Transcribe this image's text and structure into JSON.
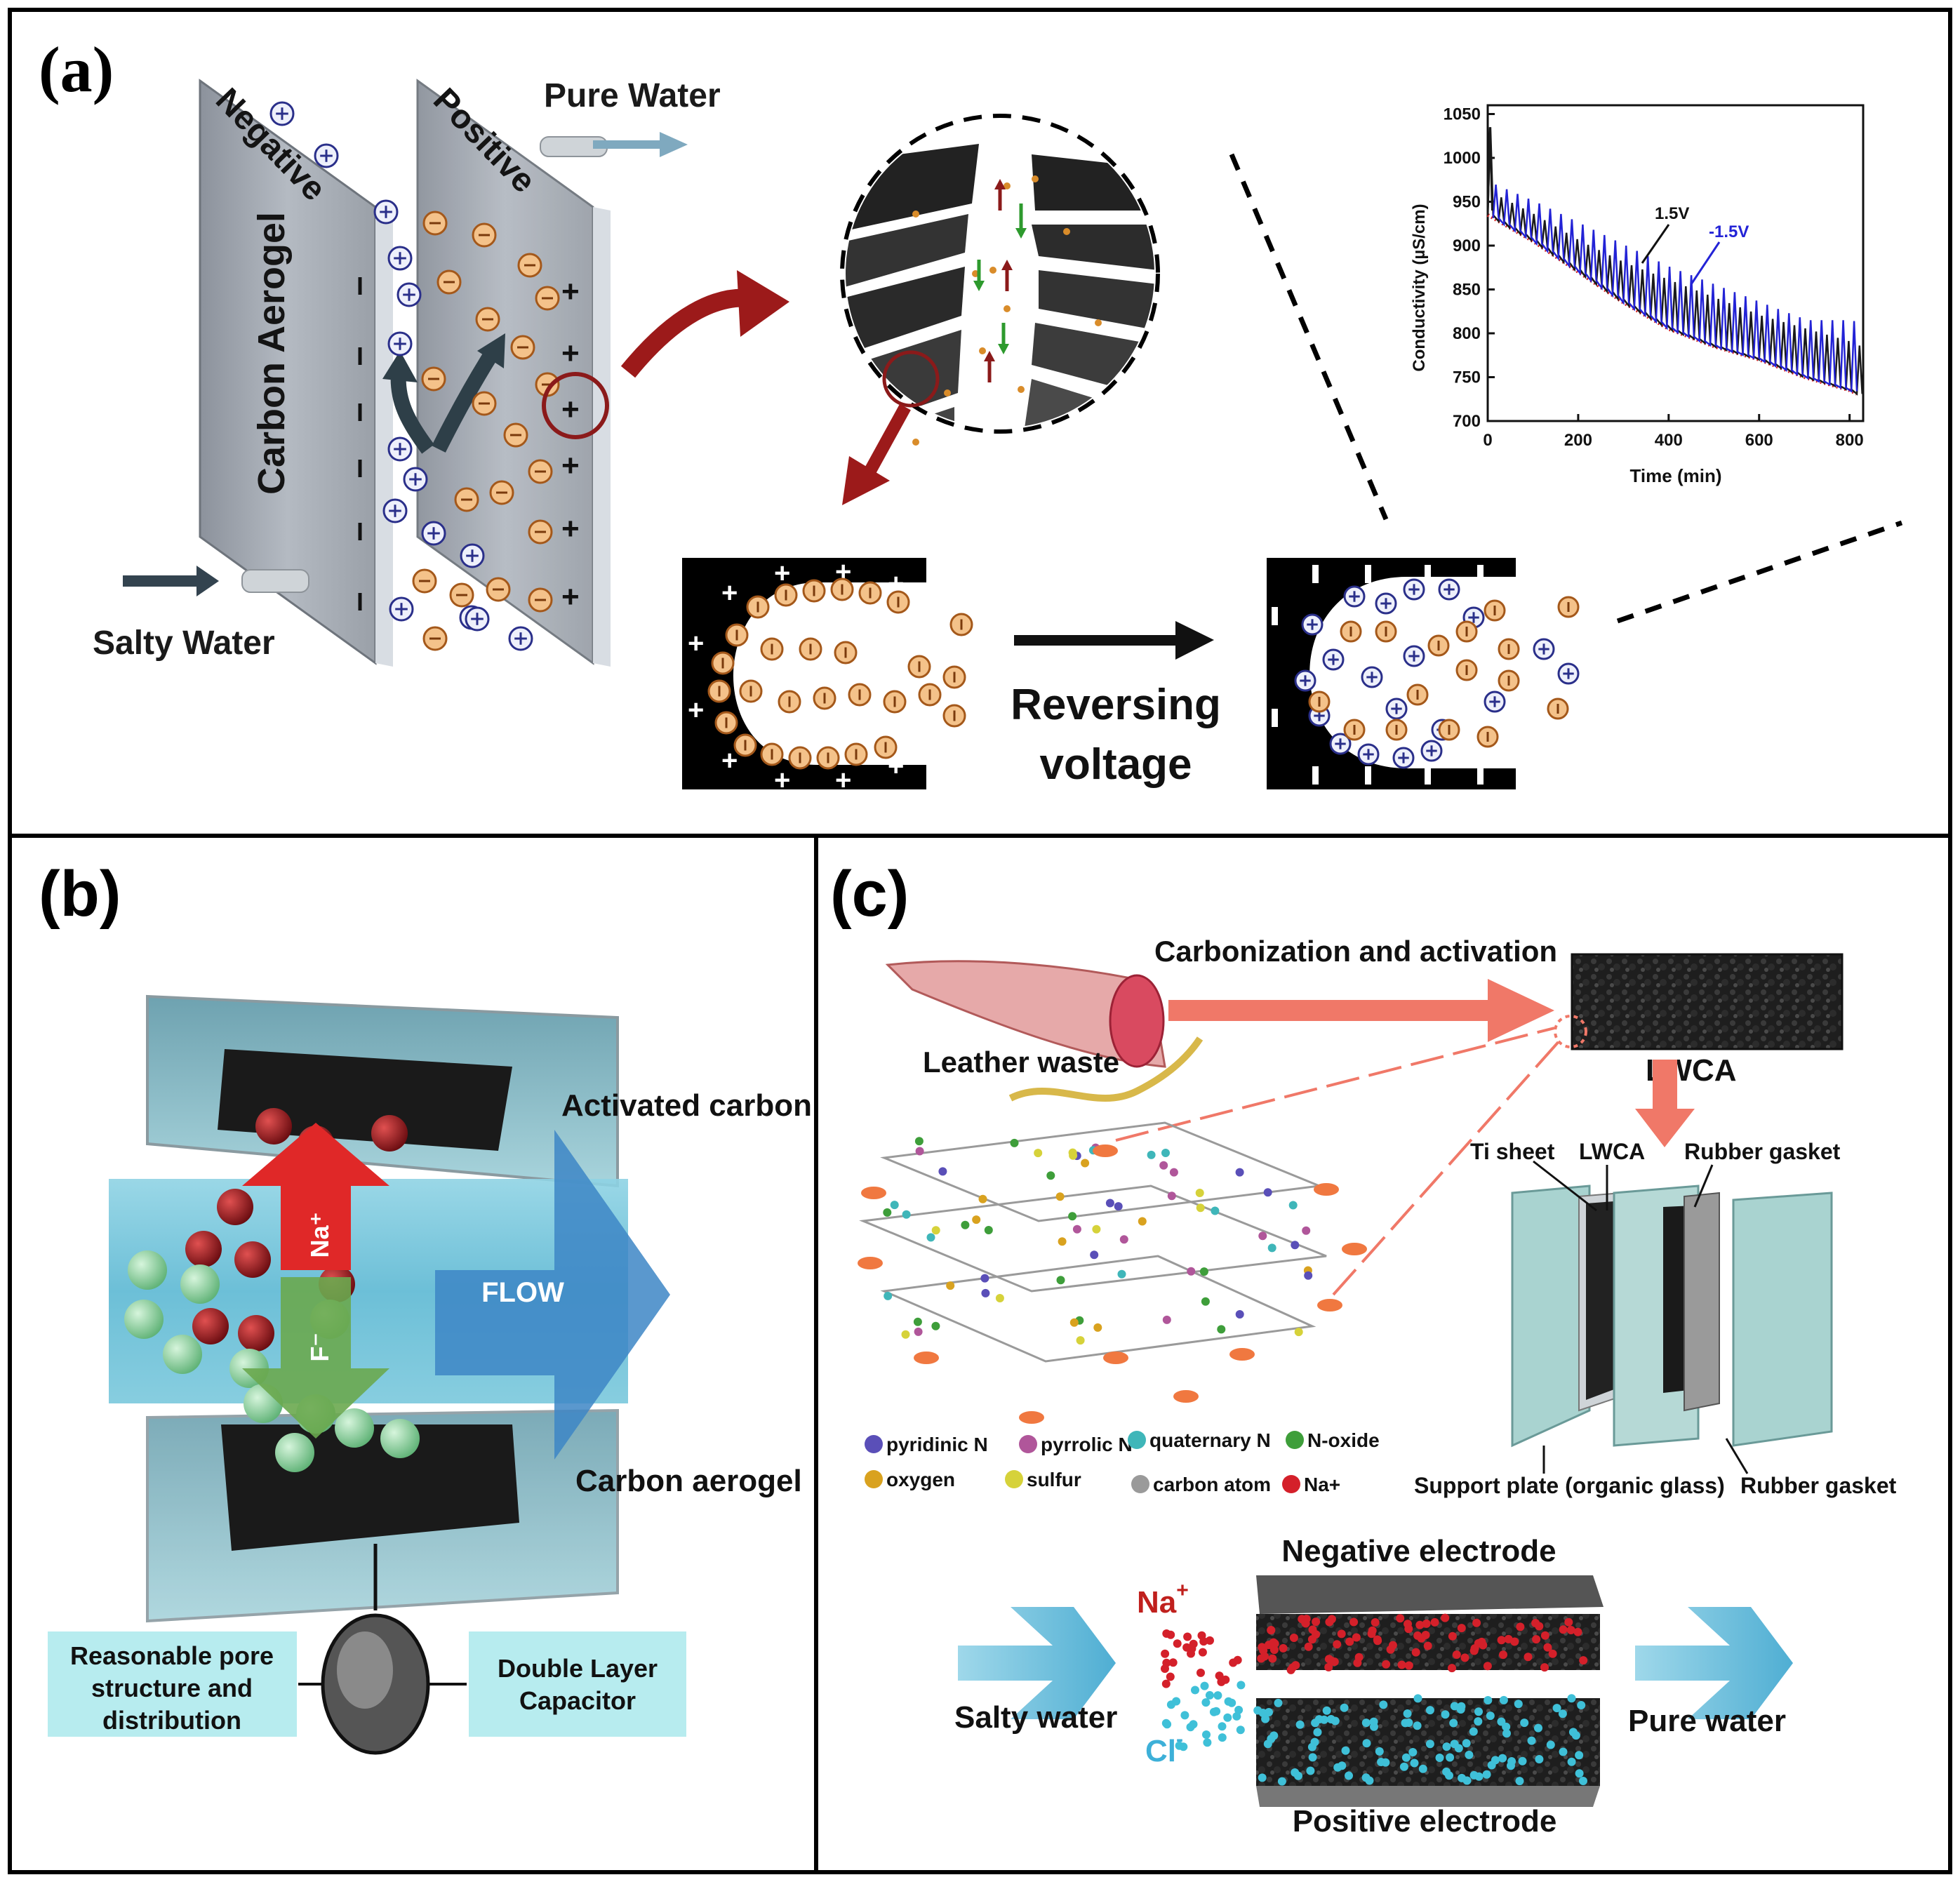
{
  "panels": {
    "a": {
      "label": "(a)",
      "negative_label": "Negative",
      "positive_label": "Positive",
      "aerogel_label": "Carbon Aerogel",
      "pure_water": "Pure Water",
      "salty_water": "Salty Water",
      "reversing_1": "Reversing",
      "reversing_2": "voltage",
      "chart": {
        "ylabel": "Conductivity (µS/cm)",
        "xlabel": "Time (min)",
        "label_pos": "1.5V",
        "label_neg": "-1.5V"
      }
    },
    "b": {
      "label": "(b)",
      "activated_carbon": "Activated carbon",
      "carbon_aerogel": "Carbon aerogel",
      "flow": "FLOW",
      "na_label": "Na⁺",
      "f_label": "F⁻",
      "box_left_1": "Reasonable pore",
      "box_left_2": "structure and",
      "box_left_3": "distribution",
      "box_right_1": "Double Layer",
      "box_right_2": "Capacitor"
    },
    "c": {
      "label": "(c)",
      "carbonization": "Carbonization and activation",
      "leather_waste": "Leather waste",
      "lwca": "LWCA",
      "ti_sheet": "Ti sheet",
      "lwca_small": "LWCA",
      "rubber_gasket_top": "Rubber gasket",
      "support_plate": "Support plate (organic glass)",
      "rubber_gasket_bottom": "Rubber gasket",
      "legend": [
        {
          "label": "pyridinic N",
          "color": "#5a4fb8"
        },
        {
          "label": "pyrrolic N",
          "color": "#b0569a"
        },
        {
          "label": "quaternary N",
          "color": "#3fb6b9"
        },
        {
          "label": "N-oxide",
          "color": "#3e9e3a"
        },
        {
          "label": "oxygen",
          "color": "#d9a21f"
        },
        {
          "label": "sulfur",
          "color": "#d6d23a"
        },
        {
          "label": "carbon atom",
          "color": "#9a9a9a"
        },
        {
          "label": "Na+",
          "color": "#d4202a"
        }
      ],
      "negative_electrode": "Negative electrode",
      "positive_electrode": "Positive electrode",
      "na_plus": "Na",
      "na_sup": "+",
      "cl_minus": "Cl",
      "cl_sup": "-",
      "salty_water": "Salty water",
      "pure_water": "Pure water"
    }
  },
  "chart_data": {
    "type": "line",
    "title": "",
    "xlabel": "Time (min)",
    "ylabel": "Conductivity (µS/cm)",
    "xlim": [
      0,
      830
    ],
    "ylim": [
      700,
      1060
    ],
    "xticks": [
      0,
      200,
      400,
      600,
      800
    ],
    "yticks": [
      700,
      750,
      800,
      850,
      900,
      950,
      1000,
      1050
    ],
    "annotations": [
      "1.5V",
      "-1.5V"
    ],
    "series": [
      {
        "name": "1.5V",
        "color": "#1a1a1a",
        "x": [
          0,
          5,
          100,
          200,
          300,
          400,
          500,
          600,
          700,
          800,
          820
        ],
        "y": [
          1035,
          960,
          935,
          905,
          880,
          860,
          840,
          820,
          805,
          790,
          785
        ]
      },
      {
        "name": "-1.5V",
        "color": "#2323d6",
        "x": [
          10,
          100,
          200,
          300,
          400,
          500,
          600,
          700,
          800,
          820
        ],
        "y": [
          970,
          950,
          925,
          900,
          875,
          855,
          835,
          815,
          815,
          810
        ]
      },
      {
        "x": [
          0,
          100,
          200,
          300,
          400,
          500,
          600,
          700,
          800,
          820
        ],
        "y": [
          935,
          905,
          870,
          835,
          805,
          785,
          770,
          750,
          735,
          730
        ],
        "color": "#d42020"
      }
    ]
  }
}
